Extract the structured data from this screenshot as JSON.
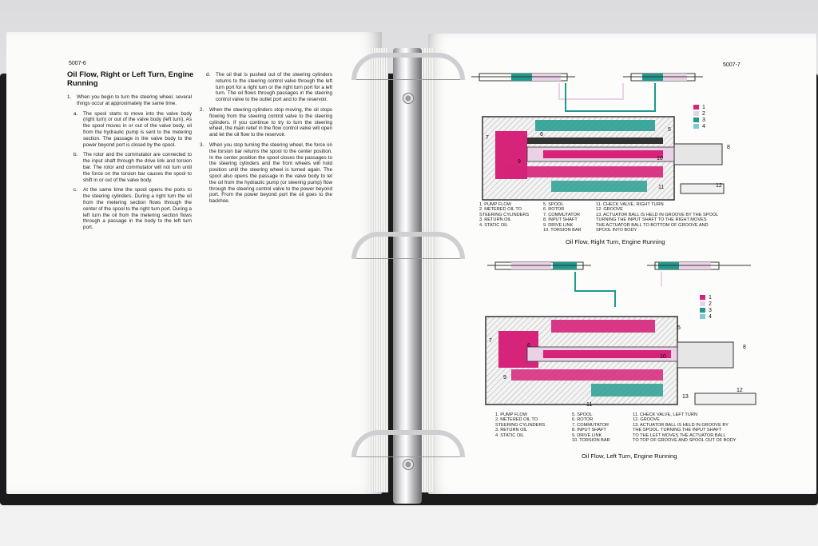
{
  "left_page": {
    "page_number": "5007-6",
    "heading": "Oil Flow, Right or Left Turn, Engine Running",
    "col1": [
      {
        "tag": "1.",
        "text": "When you begin to turn the steering wheel, several things occur at approximately the same time."
      },
      {
        "tag": "a.",
        "text": "The spool starts to move into the valve body (right turn) or out of the valve body (left turn). As the spool moves in or out of the valve body, oil from the hydraulic pump is sent to the metering section. The passage in the valve body to the power beyond port is closed by the spool."
      },
      {
        "tag": "b.",
        "text": "The rotor and the commutator are connected to the input shaft through the drive link and torsion bar. The rotor and commutator will not turn until the force on the torsion bar causes the spool to shift in or out of the valve body."
      },
      {
        "tag": "c.",
        "text": "At the same time the spool opens the ports to the steering cylinders. During a right turn the oil from the metering section flows through the center of the spool to the right turn port. During a left turn the oil from the metering section flows through a passage in the body to the left turn port."
      }
    ],
    "col2": [
      {
        "tag": "d.",
        "text": "The oil that is pushed out of the steering cylinders returns to the steering control valve through the left turn port for a right turn or the right turn port for a left turn. The oil flows through passages in the steering control valve to the outlet port and to the reservoir."
      },
      {
        "tag": "2.",
        "text": "When the steering cylinders stop moving, the oil stops flowing from the steering control valve to the steering cylinders. If you continue to try to turn the steering wheel, the main relief in the flow control valve will open and let the oil flow to the reservoir."
      },
      {
        "tag": "3.",
        "text": "When you stop turning the steering wheel, the force on the torsion bar returns the spool to the center position. In the center position the spool closes the passages to the steering cylinders and the front wheels will hold position until the steering wheel is turned again. The spool also opens the passage in the valve body to let the oil from the hydraulic pump (or steering pump) flow through the steering control valve to the power beyond port. From the power beyond port the oil goes to the backhoe."
      }
    ]
  },
  "right_page": {
    "page_number": "5007-7",
    "key": [
      {
        "label": "1",
        "color": "#d6247a"
      },
      {
        "label": "2",
        "color": "#ead2e6"
      },
      {
        "label": "3",
        "color": "#1f9a8c"
      },
      {
        "label": "4",
        "color": "#7fc8d4"
      }
    ],
    "diagram_top": {
      "caption": "Oil Flow, Right Turn, Engine Running",
      "legend_col1": [
        "1. PUMP FLOW",
        "2. METERED OIL TO",
        "   STEERING CYLINDERS",
        "3. RETURN OIL",
        "4. STATIC OIL"
      ],
      "legend_col2": [
        "5. SPOOL",
        "6. ROTOR",
        "7. COMMUTATOR",
        "8. INPUT SHAFT",
        "9. DRIVE LINK",
        "10. TORSION BAR"
      ],
      "legend_col3": [
        "11. CHECK VALVE, RIGHT TURN",
        "12. GROOVE",
        "13. ACTUATOR BALL IS HELD IN GROOVE BY THE SPOOL",
        "    TURNING THE INPUT SHAFT TO THE RIGHT MOVES",
        "    THE ACTUATOR BALL TO BOTTOM OF GROOVE AND",
        "    SPOOL INTO BODY"
      ],
      "callouts": [
        "7",
        "6",
        "5",
        "8",
        "9",
        "10",
        "11",
        "12"
      ]
    },
    "diagram_bottom": {
      "caption": "Oil Flow, Left Turn, Engine Running",
      "legend_col1": [
        "1. PUMP FLOW",
        "2. METERED OIL TO",
        "   STEERING CYLINDERS",
        "3. RETURN OIL",
        "4. STATIC OIL"
      ],
      "legend_col2": [
        "5. SPOOL",
        "6. ROTOR",
        "7. COMMUTATOR",
        "8. INPUT SHAFT",
        "9. DRIVE LINK",
        "10. TORSION BAR"
      ],
      "legend_col3": [
        "11. CHECK VALVE, LEFT TURN",
        "12. GROOVE",
        "13. ACTUATOR BALL IS HELD IN GROOVE BY",
        "    THE SPOOL. TURNING THE INPUT SHAFT",
        "    TO THE LEFT MOVES THE ACTUATOR BALL",
        "    TO TOP OF GROOVE AND SPOOL OUT OF BODY"
      ],
      "callouts": [
        "7",
        "6",
        "5",
        "8",
        "9",
        "10",
        "11",
        "12",
        "13"
      ]
    }
  }
}
